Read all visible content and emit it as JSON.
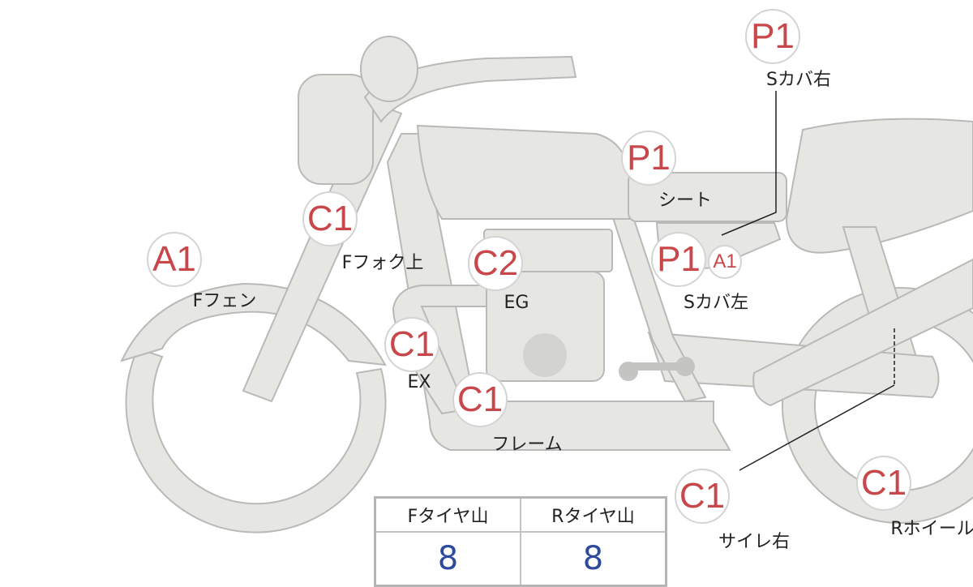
{
  "markers": [
    {
      "grade": "P1",
      "label": "Sカバ右"
    },
    {
      "grade": "P1",
      "label": "シート"
    },
    {
      "grade": "C1",
      "label": "Fフォク上"
    },
    {
      "grade": "A1",
      "label": "Fフェン"
    },
    {
      "grade": "C2",
      "label": "EG"
    },
    {
      "grade": "P1",
      "label": "Sカバ左",
      "extra_grade": "A1"
    },
    {
      "grade": "C1",
      "label": "EX"
    },
    {
      "grade": "C1",
      "label": "フレーム"
    },
    {
      "grade": "C1",
      "label": "サイレ右"
    },
    {
      "grade": "C1",
      "label": "Rホイール"
    }
  ],
  "tire_table": {
    "headers": [
      "Fタイヤ山",
      "Rタイヤ山"
    ],
    "values": [
      "8",
      "8"
    ]
  },
  "colors": {
    "part_fill": "#e6e6e3",
    "part_stroke": "#b9b9b7",
    "grade_text": "#c8474a",
    "value_text": "#2d4a9c"
  }
}
